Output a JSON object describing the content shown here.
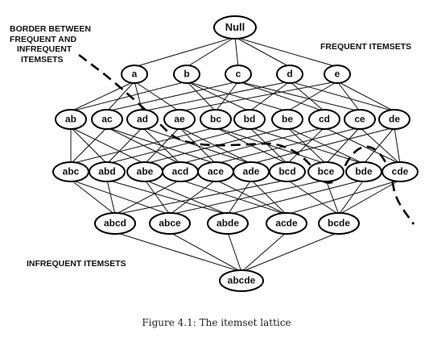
{
  "diagram": {
    "levels": [
      [
        "Null"
      ],
      [
        "a",
        "b",
        "c",
        "d",
        "e"
      ],
      [
        "ab",
        "ac",
        "ad",
        "ae",
        "bc",
        "bd",
        "be",
        "cd",
        "ce",
        "de"
      ],
      [
        "abc",
        "abd",
        "abe",
        "acd",
        "ace",
        "ade",
        "bcd",
        "bce",
        "bde",
        "cde"
      ],
      [
        "abcd",
        "abce",
        "abde",
        "acde",
        "bcde"
      ],
      [
        "abcde"
      ]
    ],
    "labels": {
      "border": [
        "BORDER BETWEEN",
        "FREQUENT AND",
        "INFREQUENT",
        "ITEMSETS"
      ],
      "frequent": "FREQUENT ITEMSETS",
      "infrequent": "INFREQUENT ITEMSETS"
    },
    "border_style": "dashed"
  },
  "caption": "Figure 4.1: The itemset lattice"
}
